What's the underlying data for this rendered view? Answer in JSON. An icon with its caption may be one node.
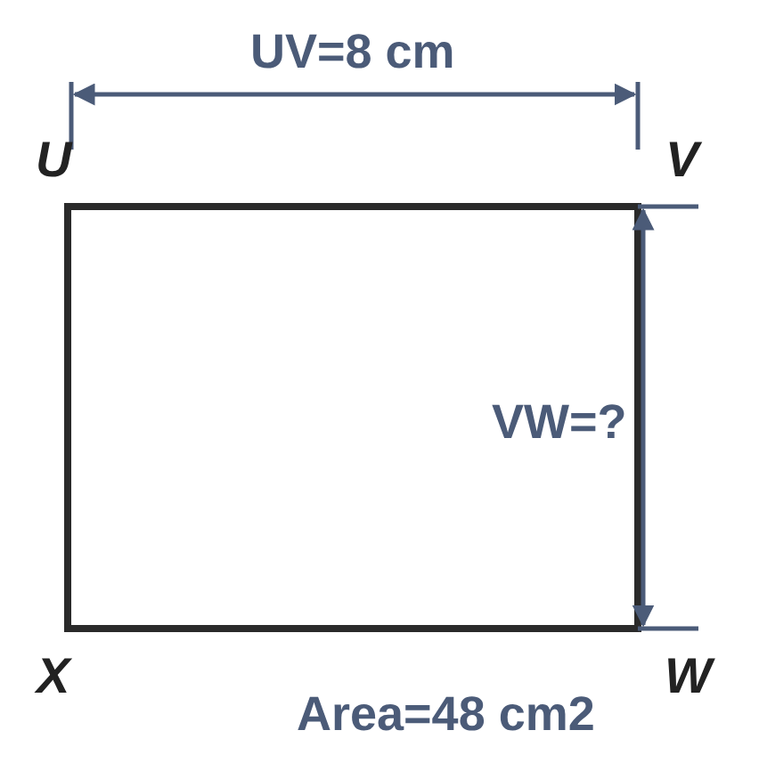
{
  "diagram": {
    "labels": [
      "UV=8 cm",
      "U",
      "V",
      "VW=?",
      "X",
      "W",
      "Area=48 cm2"
    ]
  }
}
